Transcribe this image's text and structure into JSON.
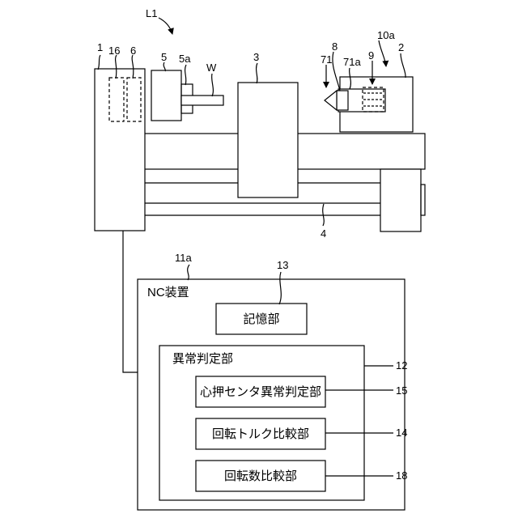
{
  "figure": {
    "title_ref": "L1",
    "refs": {
      "r1": "1",
      "r16": "16",
      "r6": "6",
      "r5": "5",
      "r5a": "5a",
      "rW": "W",
      "r3": "3",
      "r8": "8",
      "r71": "71",
      "r71a": "71a",
      "r9": "9",
      "r10a": "10a",
      "r2": "2",
      "r4": "4",
      "r11a": "11a",
      "r13": "13",
      "r12": "12",
      "r15": "15",
      "r14": "14",
      "r18": "18"
    },
    "labels": {
      "nc_device": "NC装置",
      "memory": "記憶部",
      "anomaly_judge": "異常判定部",
      "tailstock_anomaly": "心押センタ異常判定部",
      "torque_compare": "回転トルク比較部",
      "speed_compare": "回転数比較部"
    }
  }
}
